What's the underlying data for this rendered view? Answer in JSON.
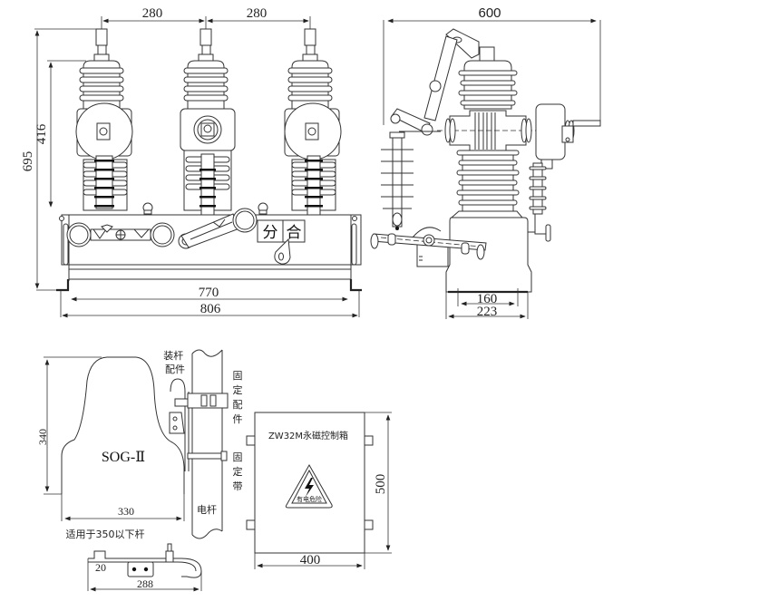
{
  "drawing": {
    "front_view": {
      "dim_pole_spacing_left": "280",
      "dim_pole_spacing_right": "280",
      "dim_total_height": "695",
      "dim_insulator_height": "416",
      "dim_base_inner": "770",
      "dim_base_outer": "806",
      "label_open": "分",
      "label_close": "合"
    },
    "side_view": {
      "dim_depth": "600",
      "dim_base_inner": "160",
      "dim_base_outer": "223"
    },
    "bracket_view": {
      "model_label": "SOG-Ⅱ",
      "dim_height": "340",
      "dim_width": "330",
      "label_pole_fitting": "装杆配件",
      "label_fixing_fitting": "固定配件",
      "label_fixing_strap": "固定带",
      "label_pole": "电杆",
      "note_applicable": "适用于350以下杆",
      "dim_hook_length": "288",
      "dim_hook_offset": "20"
    },
    "control_box": {
      "title": "ZW32M永磁控制箱",
      "warning_label": "有电危险",
      "warning_icon": "lightning-bolt-icon",
      "dim_height": "500",
      "dim_width": "400"
    }
  }
}
